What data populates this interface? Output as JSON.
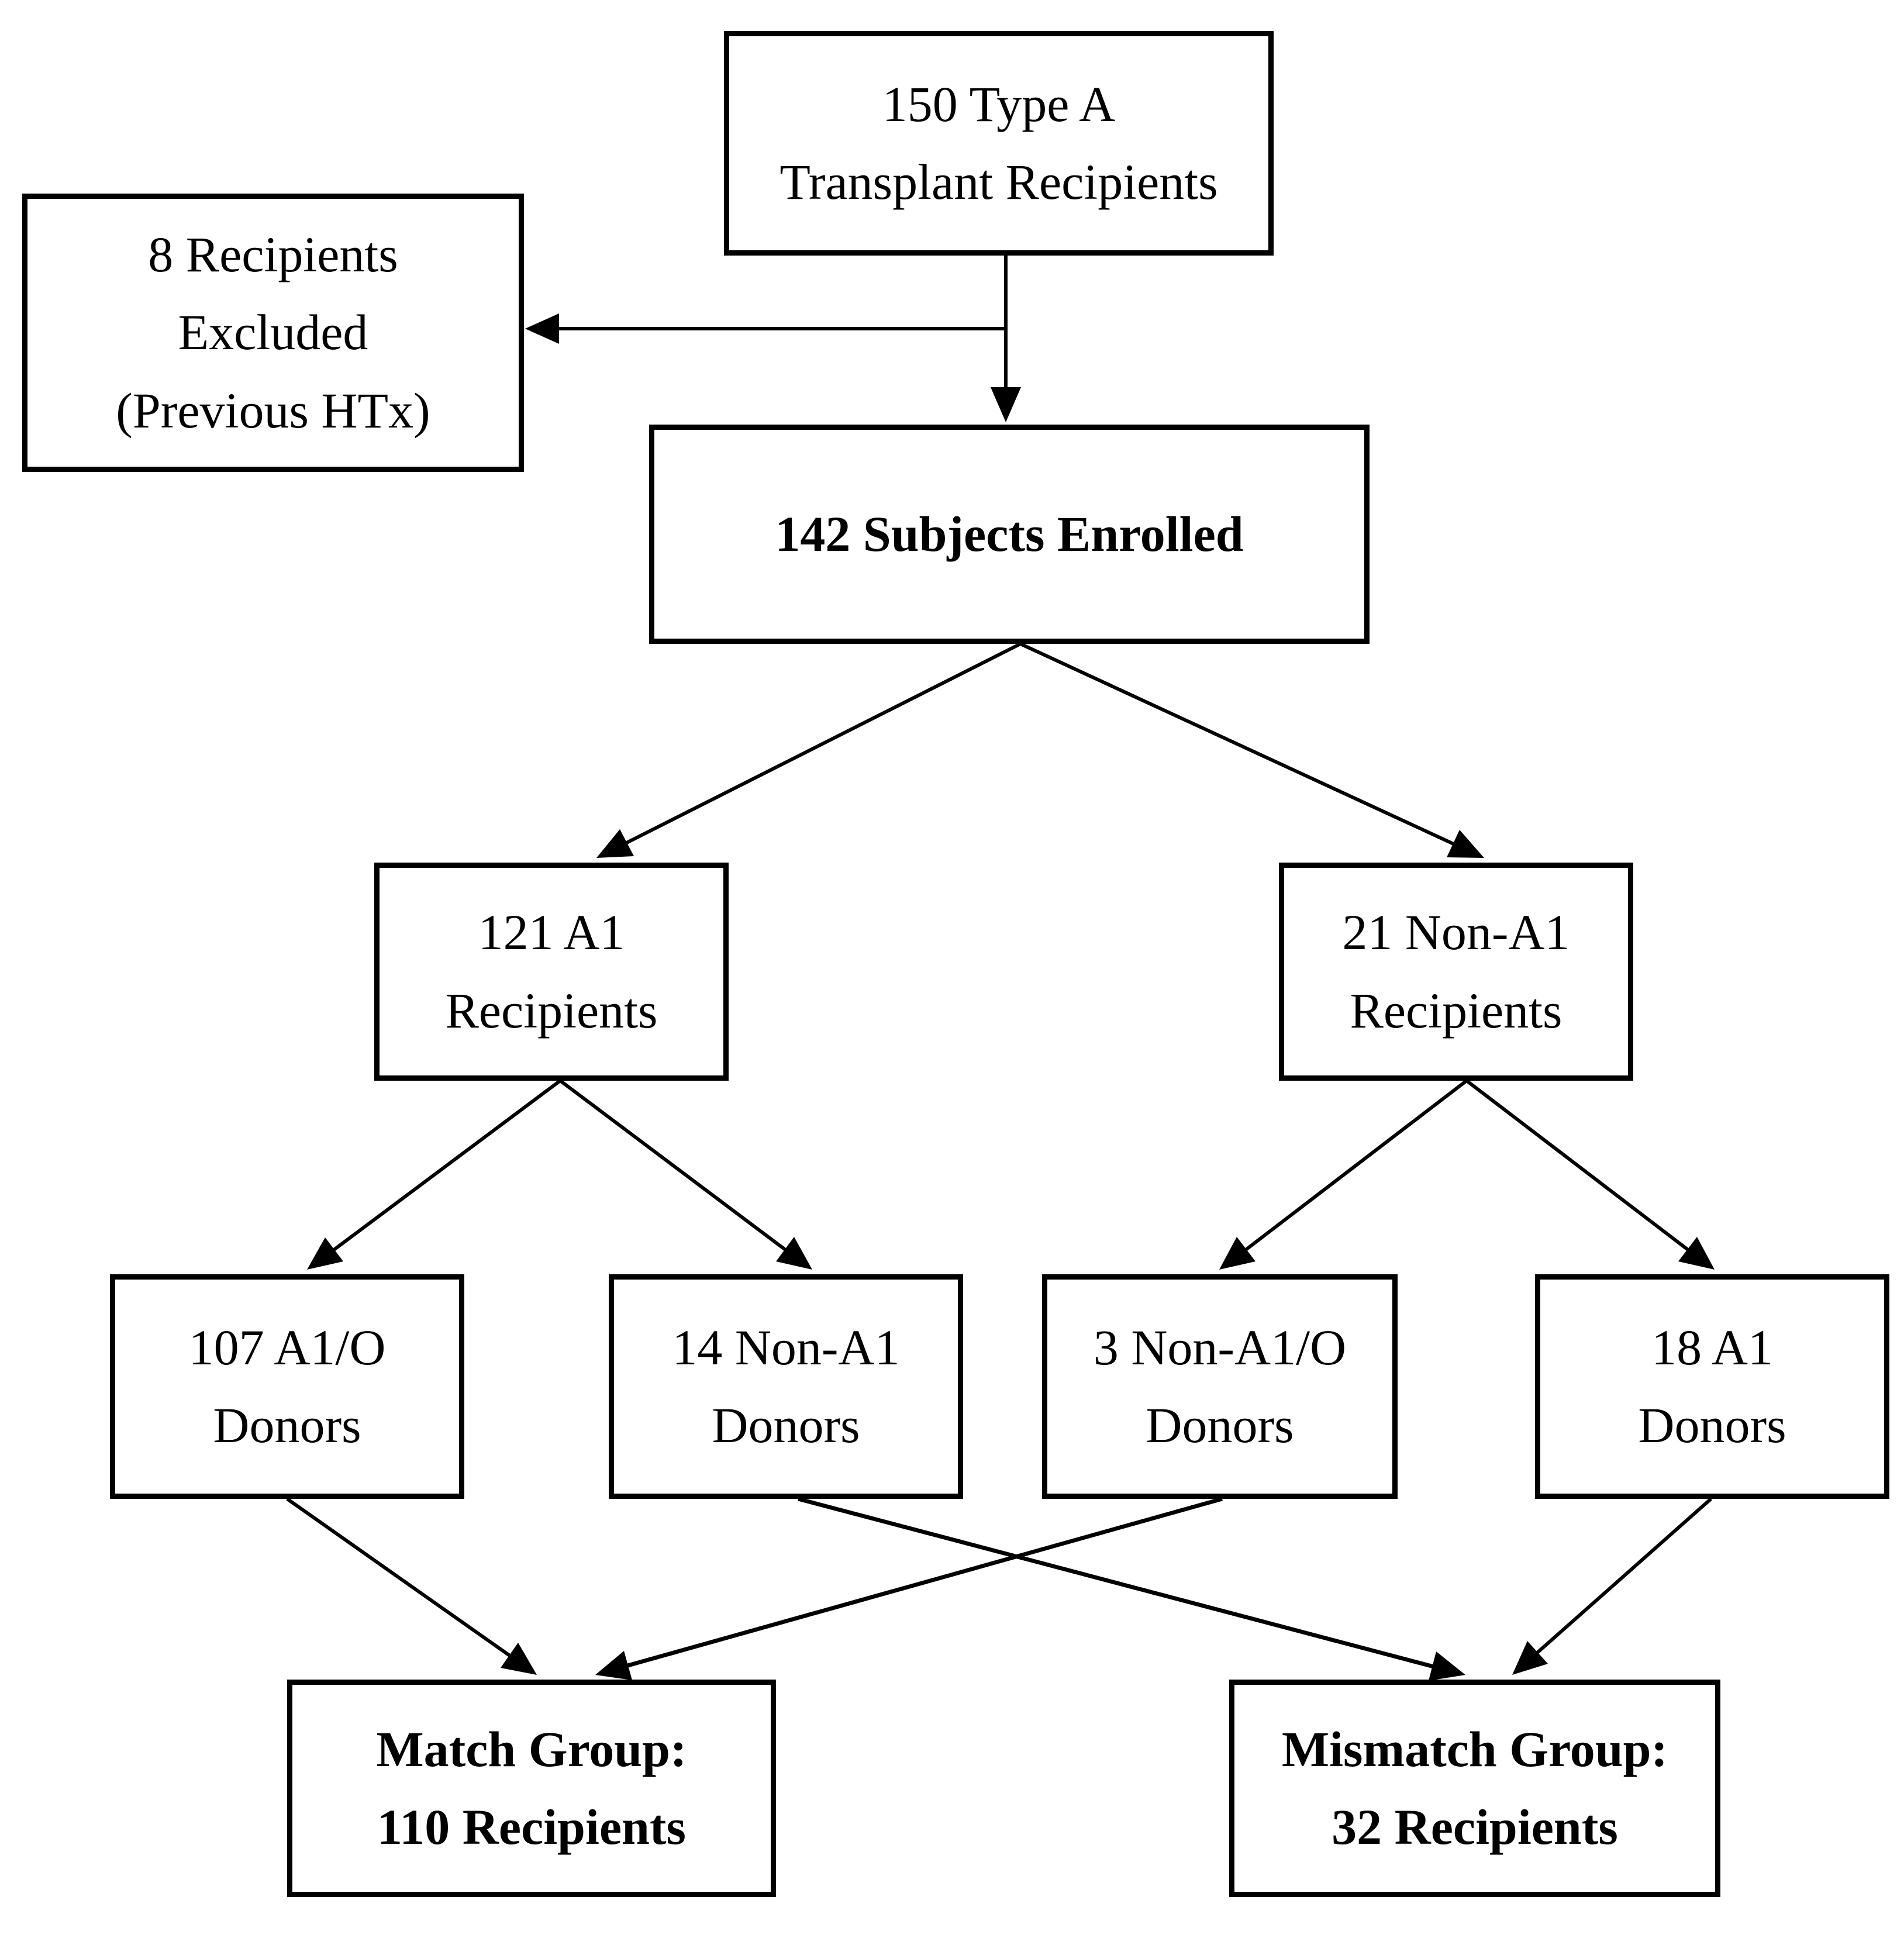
{
  "figure": {
    "type": "flowchart",
    "background_color": "#ffffff",
    "line_color": "#000000",
    "nodes": [
      {
        "id": "type-a-recipients",
        "text": "150 Type A\nTransplant Recipients",
        "emphasis": "normal"
      },
      {
        "id": "excluded",
        "text": "8 Recipients\nExcluded\n(Previous HTx)",
        "emphasis": "normal"
      },
      {
        "id": "enrolled",
        "text": "142 Subjects Enrolled",
        "emphasis": "bold"
      },
      {
        "id": "a1-recipients",
        "text": "121 A1\nRecipients",
        "emphasis": "normal"
      },
      {
        "id": "non-a1-recipients",
        "text": "21 Non-A1\nRecipients",
        "emphasis": "normal"
      },
      {
        "id": "a1o-donors",
        "text": "107 A1/O\nDonors",
        "emphasis": "normal"
      },
      {
        "id": "non-a1-donors",
        "text": "14 Non-A1\nDonors",
        "emphasis": "normal"
      },
      {
        "id": "non-a1o-donors",
        "text": "3 Non-A1/O\nDonors",
        "emphasis": "normal"
      },
      {
        "id": "a1-donors",
        "text": "18 A1\nDonors",
        "emphasis": "normal"
      },
      {
        "id": "match-group",
        "text": "Match Group:\n110 Recipients",
        "emphasis": "bold"
      },
      {
        "id": "mismatch-group",
        "text": "Mismatch Group:\n32 Recipients",
        "emphasis": "bold"
      }
    ],
    "edges": [
      {
        "from": "type-a-recipients",
        "to": "enrolled"
      },
      {
        "from": "type-a-recipients",
        "to": "excluded"
      },
      {
        "from": "enrolled",
        "to": "a1-recipients"
      },
      {
        "from": "enrolled",
        "to": "non-a1-recipients"
      },
      {
        "from": "a1-recipients",
        "to": "a1o-donors"
      },
      {
        "from": "a1-recipients",
        "to": "non-a1-donors"
      },
      {
        "from": "non-a1-recipients",
        "to": "non-a1o-donors"
      },
      {
        "from": "non-a1-recipients",
        "to": "a1-donors"
      },
      {
        "from": "a1o-donors",
        "to": "match-group"
      },
      {
        "from": "non-a1-donors",
        "to": "mismatch-group"
      },
      {
        "from": "non-a1o-donors",
        "to": "match-group"
      },
      {
        "from": "a1-donors",
        "to": "mismatch-group"
      }
    ]
  }
}
